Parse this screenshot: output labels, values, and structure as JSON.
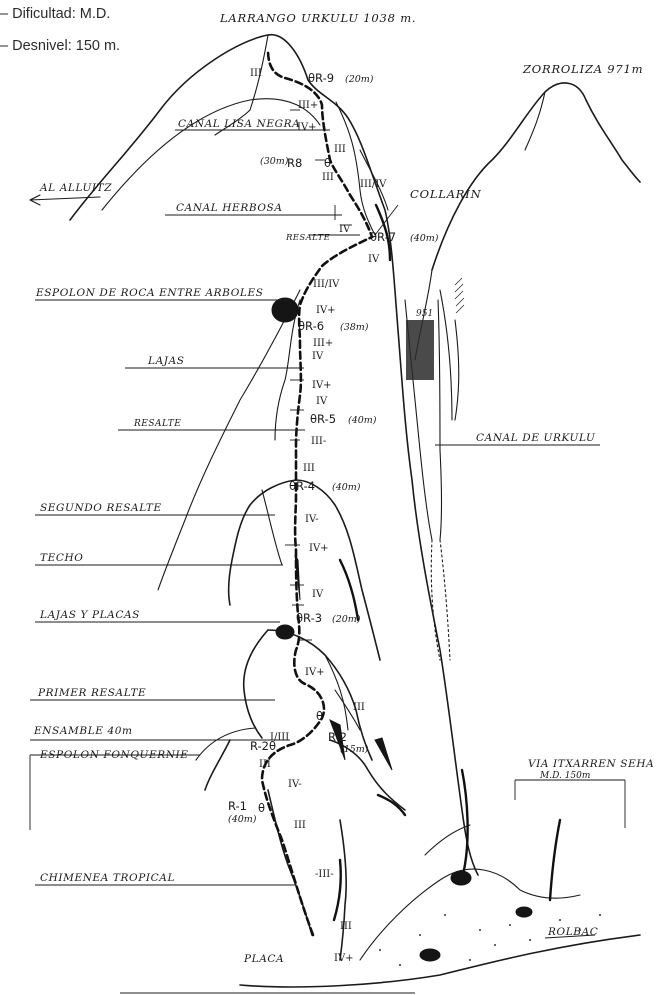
{
  "header": {
    "difficulty": "– Dificultad: M.D.",
    "elevation_gain": "– Desnivel: 150 m."
  },
  "peaks": {
    "main": "LARRANGO URKULU 1038 m.",
    "right": "ZORROLIZA 971m",
    "spot_height": "951"
  },
  "labels": {
    "al_alluitz": "AL ALLUITZ",
    "canal_lisa_negra": "CANAL LISA NEGRA",
    "canal_herbosa": "CANAL HERBOSA",
    "resalte_top": "RESALTE",
    "collarin": "COLLARIN",
    "espolon_roca": "ESPOLON DE ROCA ENTRE ARBOLES",
    "lajas": "LAJAS",
    "resalte_mid": "RESALTE",
    "canal_urkulu": "CANAL DE URKULU",
    "segundo_resalte": "SEGUNDO RESALTE",
    "techo": "TECHO",
    "lajas_placas": "LAJAS Y PLACAS",
    "primer_resalte": "PRIMER RESALTE",
    "ensamble": "ENSAMBLE 40m",
    "espolon_fonquernie": "ESPOLON FONQUERNIE",
    "via_itxarren_line1": "VIA ITXARREN SEHA",
    "via_itxarren_line2": "M.D. 150m",
    "chimenea": "CHIMENEA TROPICAL",
    "placa": "PLACA",
    "rolbac": "ROLBAC"
  },
  "belays": {
    "r9": "R-9",
    "r9_len": "(20m)",
    "r8": "R8",
    "r8_len": "(30m)",
    "r7": "R-7",
    "r7_len": "(40m)",
    "r6": "R-6",
    "r6_len": "(38m)",
    "r5": "R-5",
    "r5_len": "(40m)",
    "r4": "R-4",
    "r4_len": "(40m)",
    "r3": "R-3",
    "r3_len": "(20m)",
    "r2a": "R-2",
    "r2b": "R-2",
    "r2b_len": "(15m)",
    "r1": "R-1",
    "r1_len": "(40m)"
  },
  "grades": {
    "g1": "III",
    "g2": "III+",
    "g3": "IV+",
    "g4": "III",
    "g5": "III",
    "g6": "III/IV",
    "g7": "IV",
    "g8": "IV",
    "g9": "III/IV",
    "g10": "IV+",
    "g11": "III+",
    "g12": "IV",
    "g13": "IV+",
    "g14": "IV",
    "g15": "III-",
    "g16": "III",
    "g17": "IV-",
    "g18": "IV+",
    "g19": "IV",
    "g20": "IV+",
    "g21": "III",
    "g22": "I/III",
    "g23": "III",
    "g24": "IV-",
    "g25": "III",
    "g26": "-III-",
    "g27": "III",
    "g28": "IV+"
  }
}
